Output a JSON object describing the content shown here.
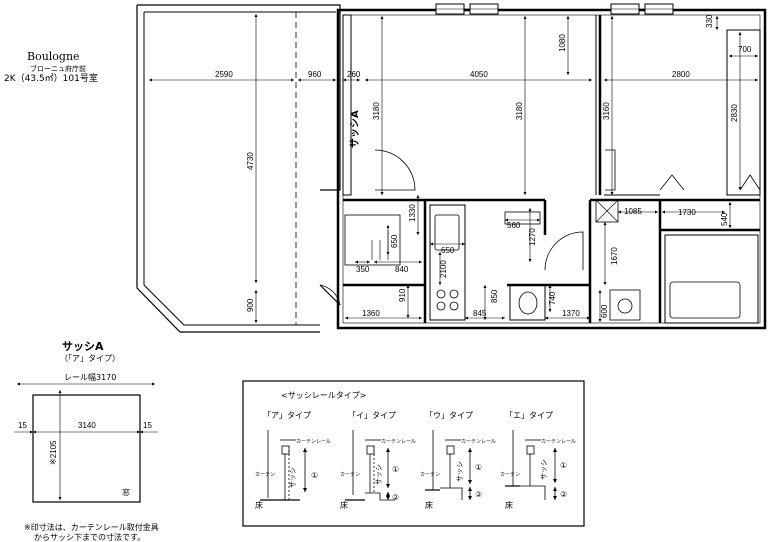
{
  "header": {
    "property_name": "Boulogne",
    "property_name_jp": "ブローニュ府庁前",
    "unit_info": "2K（43.5㎡）101号室"
  },
  "plan": {
    "sash_label": "サッシA",
    "dims": {
      "d2590": "2590",
      "d960": "960",
      "d260": "260",
      "d4050": "4050",
      "d2800": "2800",
      "d4730": "4730",
      "d3180a": "3180",
      "d3180b": "3180",
      "d3160": "3160",
      "d2830": "2830",
      "d1080": "1080",
      "d330": "330",
      "d700": "700",
      "d900": "900",
      "d1330": "1330",
      "d650a": "650",
      "d350": "350",
      "d840": "840",
      "d650b": "650",
      "d2100": "2100",
      "d560": "560",
      "d1270": "1270",
      "d1085": "1085",
      "d1730": "1730",
      "d540": "540",
      "d1670": "1670",
      "d910": "910",
      "d1360": "1360",
      "d850": "850",
      "d845": "845",
      "d740": "740",
      "d1370": "1370",
      "d600": "600"
    }
  },
  "sash_detail": {
    "title": "サッシA",
    "subtitle": "（「ア」タイプ）",
    "rail_width": "レール幅3170",
    "width": "3140",
    "side_left": "15",
    "side_right": "15",
    "height": "※2105",
    "window_label": "窓",
    "note_line1": "※印寸法は、カーテンレール取付金具",
    "note_line2": "からサッシ下までの寸法です。"
  },
  "rail_types": {
    "title": "<サッシレールタイプ>",
    "types": [
      {
        "name": "「ア」タイプ"
      },
      {
        "name": "「イ」タイプ"
      },
      {
        "name": "「ウ」タイプ"
      },
      {
        "name": "「エ」タイプ"
      }
    ],
    "curtain_rail": "カーテンレール",
    "curtain": "カーテン",
    "sash": "サッシ",
    "floor": "床",
    "mark1": "①",
    "mark2": "②"
  }
}
